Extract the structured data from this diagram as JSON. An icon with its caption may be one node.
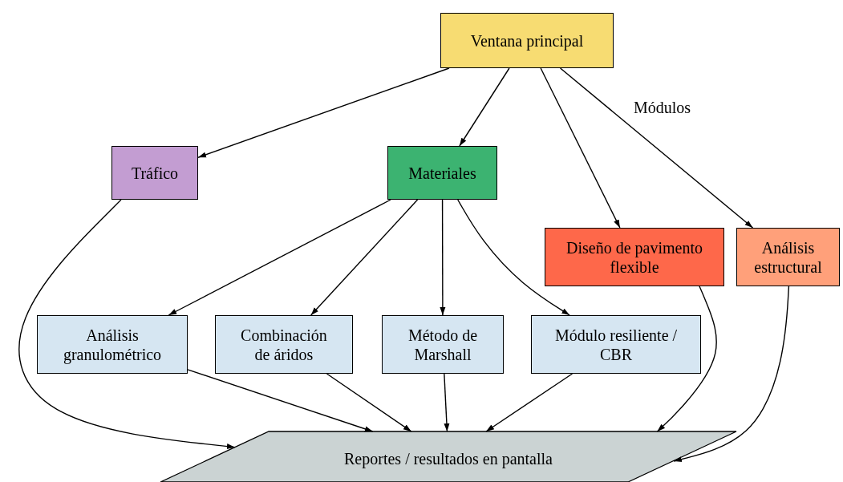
{
  "diagram": {
    "nodes": [
      {
        "text": [
          "Ventana principal"
        ]
      },
      {
        "text": [
          "Tráfico"
        ]
      },
      {
        "text": [
          "Materiales"
        ]
      },
      {
        "text": [
          "Diseño de pavimento flexible"
        ]
      },
      {
        "text": [
          "Análisis estructural"
        ]
      },
      {
        "text": [
          "Análisis granulométrico"
        ]
      },
      {
        "text": [
          "Combinación de áridos"
        ]
      },
      {
        "text": [
          "Método de Marshall"
        ]
      },
      {
        "text": [
          "Módulo resiliente / CBR"
        ]
      },
      {
        "text": [
          "Reportes / resultados en pantalla"
        ]
      }
    ],
    "edges": [
      {
        "from": 0,
        "to": 1,
        "arrow": "to"
      },
      {
        "from": 0,
        "to": 2,
        "arrow": "to"
      },
      {
        "from": 0,
        "to": 3,
        "arrow": "to"
      },
      {
        "from": 0,
        "to": 4,
        "arrow": "to",
        "label": "Módulos"
      },
      {
        "from": 2,
        "to": 5,
        "arrow": "to"
      },
      {
        "from": 2,
        "to": 6,
        "arrow": "to"
      },
      {
        "from": 2,
        "to": 7,
        "arrow": "to"
      },
      {
        "from": 2,
        "to": 8,
        "arrow": "to"
      },
      {
        "from": 1,
        "to": 9,
        "arrow": "to"
      },
      {
        "from": 5,
        "to": 9,
        "arrow": "to"
      },
      {
        "from": 6,
        "to": 9,
        "arrow": "to"
      },
      {
        "from": 7,
        "to": 9,
        "arrow": "to"
      },
      {
        "from": 8,
        "to": 9,
        "arrow": "to"
      },
      {
        "from": 3,
        "to": 9,
        "arrow": "to"
      },
      {
        "from": 4,
        "to": 9,
        "arrow": "to"
      }
    ]
  }
}
